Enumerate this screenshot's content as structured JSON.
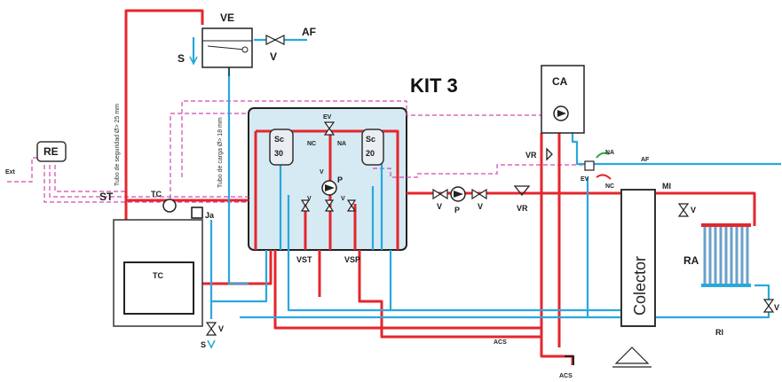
{
  "labels": {
    "title": "KIT 3",
    "ve": "VE",
    "af_top": "AF",
    "s_top": "S",
    "v_top": "V",
    "ca": "CA",
    "re": "RE",
    "ext": "Ext",
    "st": "ST",
    "tc_sensor": "TC",
    "ja": "Ja",
    "tc_boiler": "TC",
    "sc30_a": "Sc",
    "sc30_b": "30",
    "sc20_a": "Sc",
    "sc20_b": "20",
    "ev_kit": "EV",
    "nc_kit": "NC",
    "na_kit": "NA",
    "p_kit": "P",
    "v_kit_a": "V",
    "v_kit_b": "V",
    "v_kit_c": "V",
    "vst": "VST",
    "vsp": "VSP",
    "v_pump_l": "V",
    "p_pump": "P",
    "v_pump_r": "V",
    "vr_right": "VR",
    "vr_ca": "VR",
    "na_ca": "NA",
    "af_right": "AF",
    "ev_ca": "EV",
    "nc_ca": "NC",
    "mi": "MI",
    "v_rad_top": "V",
    "colector": "Colector",
    "ra": "RA",
    "v_rad_bottom": "V",
    "ri": "RI",
    "acs_mid": "ACS",
    "acs_bottom": "ACS",
    "v_bottom": "V",
    "s_bottom": "S",
    "tubo_seguridad": "Tubo de seguridad Ø> 25 mm",
    "tubo_carga": "Tubo de carga Ø> 18 mm"
  },
  "colors": {
    "hot": "#e4262c",
    "cold": "#29a8dc",
    "control": "#d04ab0",
    "kit_fill": "#d6eaf4"
  }
}
